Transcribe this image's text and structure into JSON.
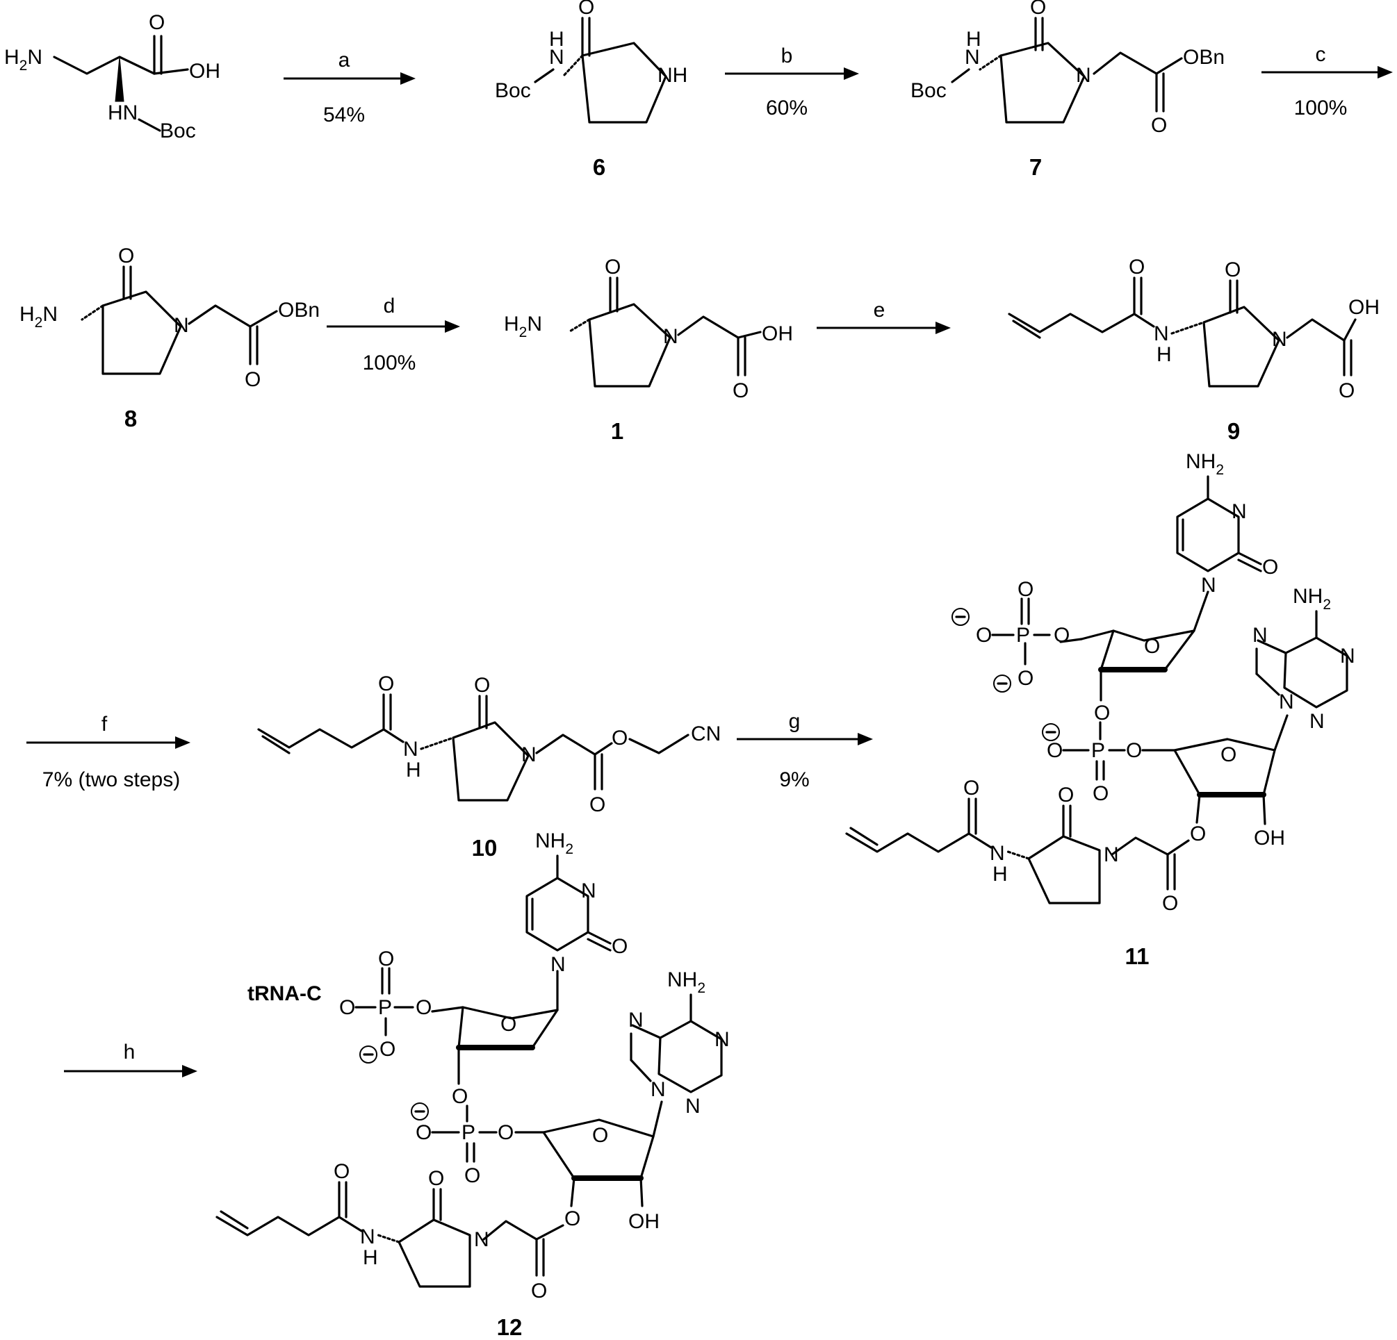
{
  "steps": [
    {
      "id": "a",
      "label": "a",
      "yield": "54%"
    },
    {
      "id": "b",
      "label": "b",
      "yield": "60%"
    },
    {
      "id": "c",
      "label": "c",
      "yield": "100%"
    },
    {
      "id": "d",
      "label": "d",
      "yield": "100%"
    },
    {
      "id": "e",
      "label": "e",
      "yield": ""
    },
    {
      "id": "f",
      "label": "f",
      "yield": "7% (two steps)"
    },
    {
      "id": "g",
      "label": "g",
      "yield": "9%"
    },
    {
      "id": "h",
      "label": "h",
      "yield": ""
    }
  ],
  "compounds": [
    {
      "id": "start",
      "label": ""
    },
    {
      "id": "c6",
      "label": "6"
    },
    {
      "id": "c7",
      "label": "7"
    },
    {
      "id": "c8",
      "label": "8"
    },
    {
      "id": "c1",
      "label": "1"
    },
    {
      "id": "c9",
      "label": "9"
    },
    {
      "id": "c10",
      "label": "10"
    },
    {
      "id": "c11",
      "label": "11"
    },
    {
      "id": "c12",
      "label": "12"
    }
  ],
  "atom_labels": {
    "h2n": "H",
    "h2n_2": "2",
    "h2n_n": "N",
    "oh": "OH",
    "hn_boc": "HN",
    "boc": "Boc",
    "boc_n": "N",
    "h": "H",
    "nh": "NH",
    "n": "N",
    "o": "O",
    "obn": "OBn",
    "cn": "CN",
    "p": "P",
    "nh2": "NH",
    "nh2_2": "2",
    "trna": "tRNA-C"
  }
}
